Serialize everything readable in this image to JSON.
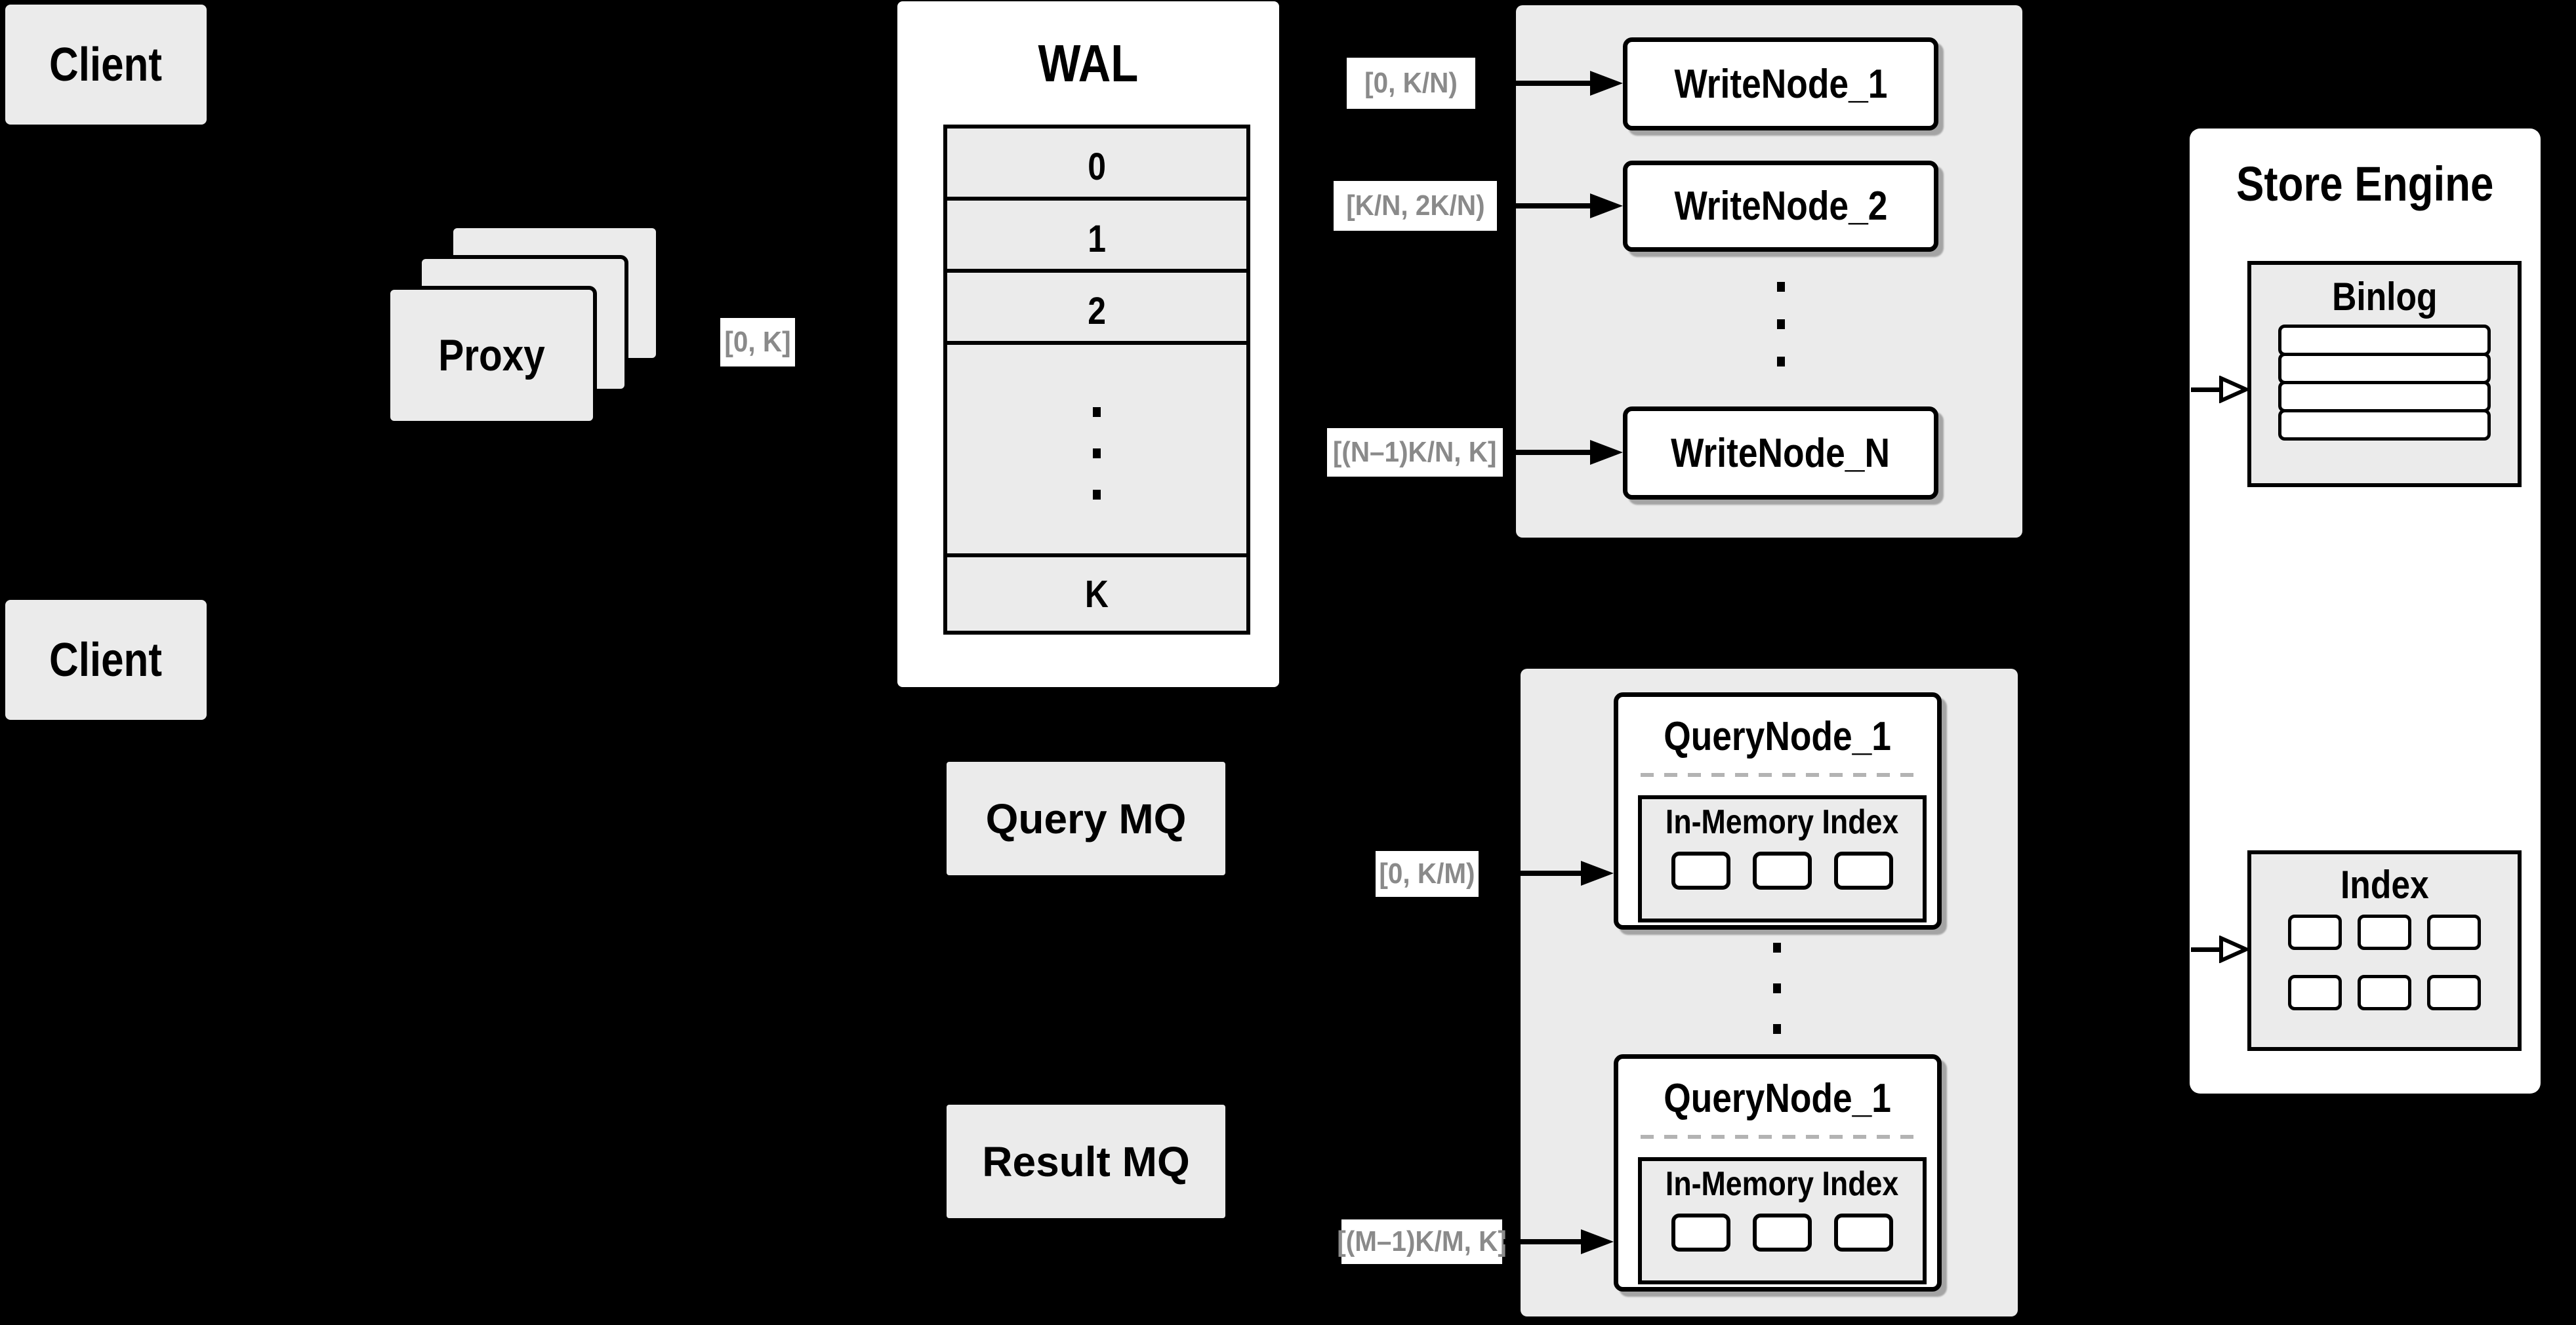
{
  "colors": {
    "background": "#000000",
    "group_fill": "#ebebeb",
    "node_fill": "#ffffff",
    "border": "#000000",
    "edge_label_text": "#8a8a8a",
    "dashed_divider": "#b3b3b3"
  },
  "clients": {
    "top_label": "Client",
    "bottom_label": "Client"
  },
  "proxy": {
    "label": "Proxy",
    "stack_count": 3
  },
  "wal": {
    "title": "WAL",
    "segments": [
      "0",
      "1",
      "2"
    ],
    "last_segment": "K",
    "ellipsis_dot_count": 3
  },
  "edge_labels": {
    "proxy_to_wal": "[0, K]",
    "wal_to_write_1": "[0,  K/N)",
    "wal_to_write_2": "[K/N, 2K/N)",
    "wal_to_write_n": "[(N–1)K/N,  K]",
    "query_mq_to_node_1": "[0, K/M)",
    "query_mq_to_node_m": "[(M–1)K/M, K]"
  },
  "write_group": {
    "nodes": [
      "WriteNode_1",
      "WriteNode_2",
      "WriteNode_N"
    ],
    "ellipsis_dot_count": 3
  },
  "mq": {
    "query_label": "Query MQ",
    "result_label": "Result MQ"
  },
  "query_group": {
    "nodes": [
      {
        "title": "QueryNode_1",
        "inner_title": "In-Memory Index",
        "segment_count": 3
      },
      {
        "title": "QueryNode_1",
        "inner_title": "In-Memory Index",
        "segment_count": 3
      }
    ],
    "ellipsis_dot_count": 3
  },
  "store_engine": {
    "title": "Store Engine",
    "binlog": {
      "title": "Binlog",
      "segment_count": 4
    },
    "index": {
      "title": "Index",
      "segment_count": 6
    }
  }
}
